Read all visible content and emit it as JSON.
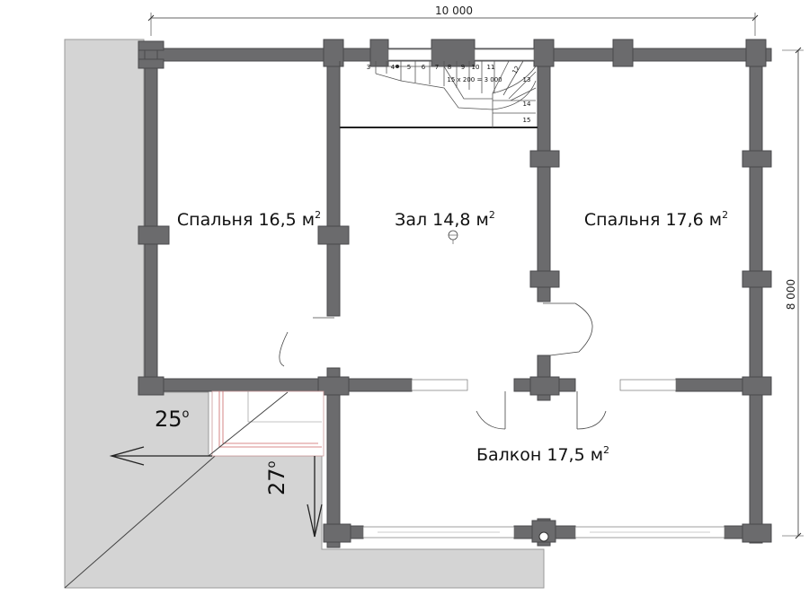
{
  "dimensions": {
    "width_label": "10 000",
    "height_label": "8 000"
  },
  "rooms": [
    {
      "key": "bedroom_left",
      "name": "Спальня 16,5 м",
      "sup": "2"
    },
    {
      "key": "hall",
      "name": "Зал 14,8 м",
      "sup": "2"
    },
    {
      "key": "bedroom_right",
      "name": "Спальня 17,6 м",
      "sup": "2"
    },
    {
      "key": "balcony",
      "name": "Балкон 17,5 м",
      "sup": "2"
    }
  ],
  "stairs": {
    "formula": "15 x 200 = 3 000",
    "steps_top": [
      "3",
      "4",
      "5",
      "6",
      "7",
      "8",
      "9",
      "10",
      "11",
      "12"
    ],
    "steps_right": [
      "13",
      "14",
      "15"
    ]
  },
  "roof": {
    "angle_1": "25",
    "angle_2": "27",
    "degree": "o"
  },
  "colors": {
    "wall": "#6b6b6d",
    "roof": "#d4d4d4",
    "line": "#444444"
  }
}
